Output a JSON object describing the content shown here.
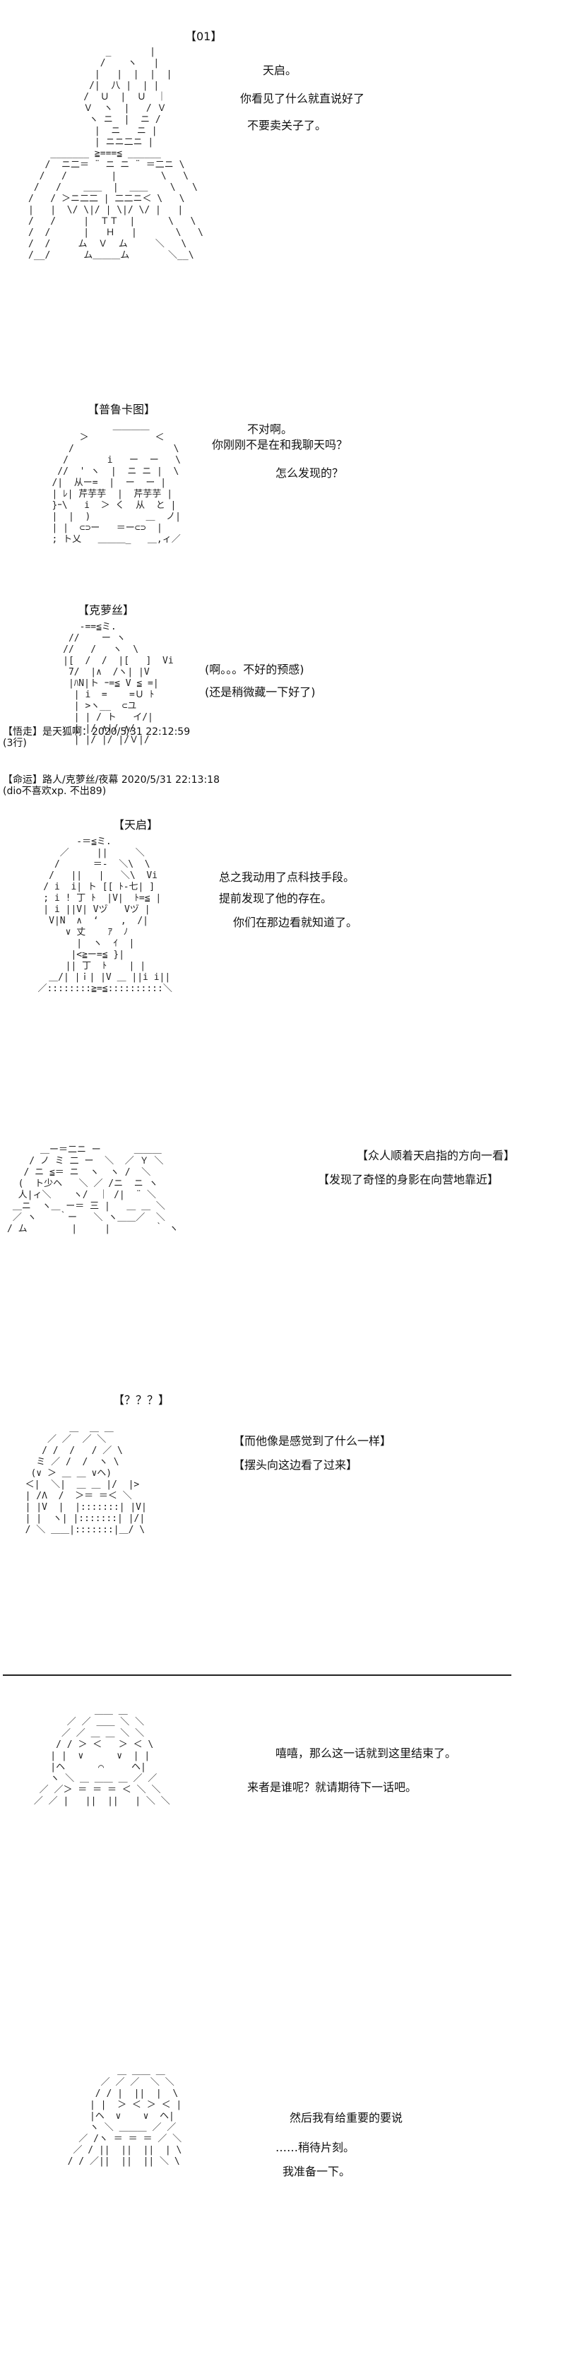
{
  "panels": [
    {
      "tag": "【01】",
      "lines": [
        "天启。",
        "你看见了什么就直说好了",
        "不要卖关子了。"
      ],
      "art": "              _       |\n             /    ヽ   |\n            |   |  |  |  |\n           /|  八 |  | |\n          /  Ｕ  |  Ｕ  ｜\n          Ｖ  ヽ  |   / Ｖ\n           ヽ ニ  |  ニ /\n            |  ニ   ニ |\n            | ニニ二ニ |\n    _______ ≧===≦ ______\n   /  ニ二＝ ¨ ニ ニ ¨ ＝二ニ \\\n  /   /        |        \\   \\\n /   /    ＿＿  |  ＿＿    \\   \\\n/   / ＞ニ二二 | 二二ニ＜ \\   \\\n|   |  \\/ \\|/ | \\|/ \\/ |   |\n/   /     |  ＴＴ  |      \\   \\\n/  /      |   Ｈ   |       \\   \\\n/  /     ム  Ｖ  ム     ＼   \\\n/__/      ム＿＿＿ム       ＼__\\"
    },
    {
      "tag": "【普鲁卡图】",
      "lines": [
        "不对啊。",
        "你刚刚不是在和我聊天吗？",
        "怎么发现的？"
      ],
      "art": "              ＿＿＿＿\n        ＞            ＜\n      /                  \\\n     /       i   ー  ー   \\\n    //  ' ヽ  |  ニ ニ |  \\\n   /|  从ー=  |  ー  ー |\n   | ﾚ| 芹芋芋  |  芹芋芋 |\n   }ｰ\\   i  ＞ く  从  と |\n   |  |  )          ＿  ノ|\n   | |  ⊂⊃ー   ＝ー⊂⊃  |\n   ; ト乂   ＿＿＿_   ＿,ィ／"
    },
    {
      "tag": "【克萝丝】",
      "lines": [
        "(啊。。。不好的预感)",
        "(还是稍微藏一下好了)"
      ],
      "art": "        -==≦ミ.\n      //    ー ヽ\n     //   /   ヽ  \\\n     |[  /  /  |[   ]  Vi\n      7/  |∧  /ヽ| |V\n      |ﾊN|ト ｰ=≦ V ≦ =|\n       | i  =    =Ｕ ﾄ\n       | >ヽ__  ⊂ユ\n       | | / ト   イ/|\n       | |/ ∧|/ ∧/\n       | |/ |/ |/Ｖ|/"
    },
    {
      "tag": "【天启】",
      "lines": [
        "总之我动用了点科技手段。",
        "提前发现了他的存在。",
        "你们在那边看就知道了。"
      ],
      "art": "          -＝≦ミ.\n       ／     ||     ＼\n      /      ＝-  ＼\\  \\\n     /   ||   |   ＼\\  Vi\n    / i  i| ト [[ ﾄ-七| ]\n    ; i ! 丁 ﾄ  |V|  ﾄ=≦ |\n    | i ||V| Vヅ   Vヅ |\n     V|N  ∧  ‘    ,  /|\n        ∨ 丈    ｱ  ﾉ\n          |  ヽ  ｲ  |\n         |<≧ー=≦ }|\n        || 丁  ﾄ    | |\n     ＿/| |ｉ| |V ＿ ||i i||\n   ／::::::::≧=≦::::::::::＼"
    },
    {
      "lines": [
        "【众人顺着天启指的方向一看】",
        "【发现了奇怪的身影在向营地靠近】"
      ],
      "art": "      ＿ー＝二ニ ー      ＿＿＿\n    / ノ ミ 二 ー  ＼  ／ Ｙ ＼\n   / ニ ≦＝ ニ  ヽ  ヽ /  ＼\n  (  ト少ヘ   ＼ ／ /ニ  ニ ヽ\n  人|ィ＼    ヽ/  ｜ /|  ¨ ＼\n ＿ニ  ヽ＿ ー＝ 三 |   ＿ ＿ ＼\n ／ ヽ    ｀ー   ＼ ヽ＿＿／  ＼\n/ ム        |     |        ｀ ヽ"
    },
    {
      "tag": "【？？？】",
      "lines": [
        "【而他像是感觉到了什么一样】",
        "【摆头向这边看了过来】"
      ],
      "art": "          ＿  ＿ ＿\n      ／ ／  ／ ＼\n     / /  /   / ／ \\\n    ミ ／ /  /  ヽ \\\n   (∨ ＞ ＿ ＿ ∨ヘ)\n  ＜|  ＼|  ＿ ＿ |/  |>\n  | /Λ  /  ＞＝ ＝＜ ＼\n  | |V  |  |:::::::| |V|\n  | |  ヽ| |:::::::| |/|\n  / ＼ ＿＿|:::::::|＿/ \\"
    },
    {
      "lines": [
        "嘻嘻，那么这一话就到这里结束了。",
        "来者是谁呢？就请期待下一话吧。"
      ],
      "art": "            ＿＿ ＿\n       ／ ／ ＿＿ ＼ ＼\n      ／ ／ ＿ ＿ ＼ ＼\n     / / ＞ ＜   ＞ ＜ \\\n    | |  ∨      ∨  | |\n    |ヘ      ⌒     ヘ|\n    ヽ ＼ ＿ ＿＿ ＿ ／ ／\n  ／ ／＞ ＝ ＝ ＝ ＜ ＼ ＼\n ／ ／ |   ||  ||   | ＼ ＼"
    },
    {
      "lines": [
        "然后我有给重要的要说",
        "……稍待片刻。",
        "我准备一下。"
      ],
      "art": "           ＿ ＿＿ ＿\n        ／ ／ ／  ＼ ＼\n       / / |  ||  |  \\\n      | |  ＞ ＜ ＞ ＜ |\n      |ヘ  ∨    ∨  ヘ|\n      ヽ ＼ ＿＿＿ ／ ／\n    ／ /ヽ ＝ ＝ ＝ ／ ＼\n   ／ / ||  ||  ||  | \\\n  / / ／||  ||  || ＼ \\"
    }
  ],
  "meta": {
    "p3_line1": "【悟走】是天狐啊：2020/5/31 22:12:59",
    "p3_line2": "(3行)",
    "p4_line1": "【命运】路人/克萝丝/夜幕 2020/5/31 22:13:18",
    "p4_line2": "(dio不喜欢xp. 不出89)"
  }
}
